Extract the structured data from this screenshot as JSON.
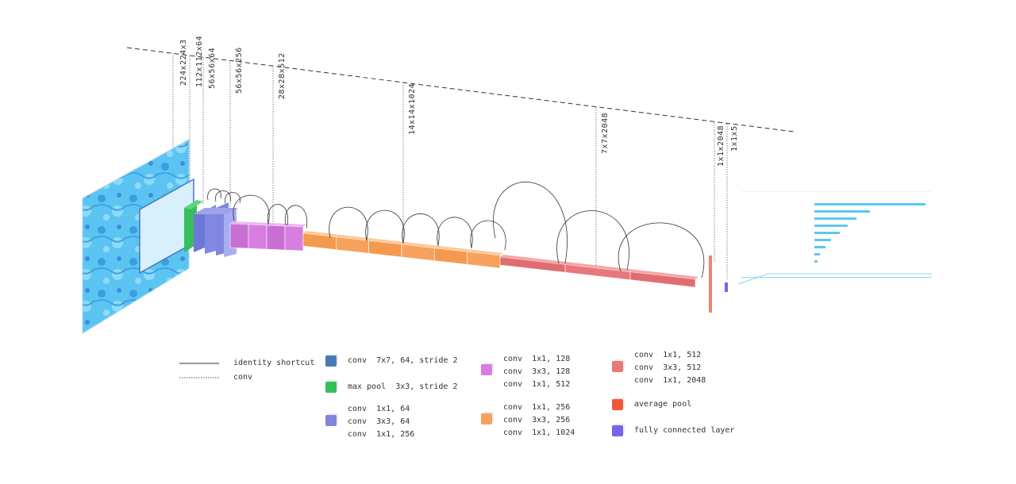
{
  "dimensions": [
    "224x224x3",
    "112x112x64",
    "56x56x64",
    "56x56x256",
    "28x28x512",
    "14x14x1024",
    "7x7x2048",
    "1x1x2048",
    "1x1x5"
  ],
  "line_legend": [
    {
      "label": "identity shortcut",
      "style": "solid"
    },
    {
      "label": "conv",
      "style": "dotted"
    }
  ],
  "legend": [
    {
      "color": "#4a79b8",
      "lines": [
        "conv  7x7, 64, stride 2"
      ]
    },
    {
      "color": "#34c05c",
      "lines": [
        "max pool  3x3, stride 2"
      ]
    },
    {
      "color": "#7f86dd",
      "lines": [
        "conv  1x1, 64",
        "conv  3x3, 64",
        "conv  1x1, 256"
      ]
    },
    {
      "color": "#d77ee0",
      "lines": [
        "conv  1x1, 128",
        "conv  3x3, 128",
        "conv  1x1, 512"
      ]
    },
    {
      "color": "#f6a25c",
      "lines": [
        "conv  1x1, 256",
        "conv  3x3, 256",
        "conv  1x1, 1024"
      ]
    },
    {
      "color": "#e8787a",
      "lines": [
        "conv  1x1, 512",
        "conv  3x3, 512",
        "conv  1x1, 2048"
      ]
    },
    {
      "color": "#f0573a",
      "lines": [
        "average pool"
      ]
    },
    {
      "color": "#7b63e6",
      "lines": [
        "fully connected layer"
      ]
    }
  ],
  "predictions": [
    {
      "label": "",
      "value": 1.0
    },
    {
      "label": "",
      "value": 0.5
    },
    {
      "label": "",
      "value": 0.38
    },
    {
      "label": "",
      "value": 0.3
    },
    {
      "label": "",
      "value": 0.23
    },
    {
      "label": "",
      "value": 0.15
    },
    {
      "label": "",
      "value": 0.1
    },
    {
      "label": "",
      "value": 0.05
    },
    {
      "label": "",
      "value": 0.03
    }
  ]
}
